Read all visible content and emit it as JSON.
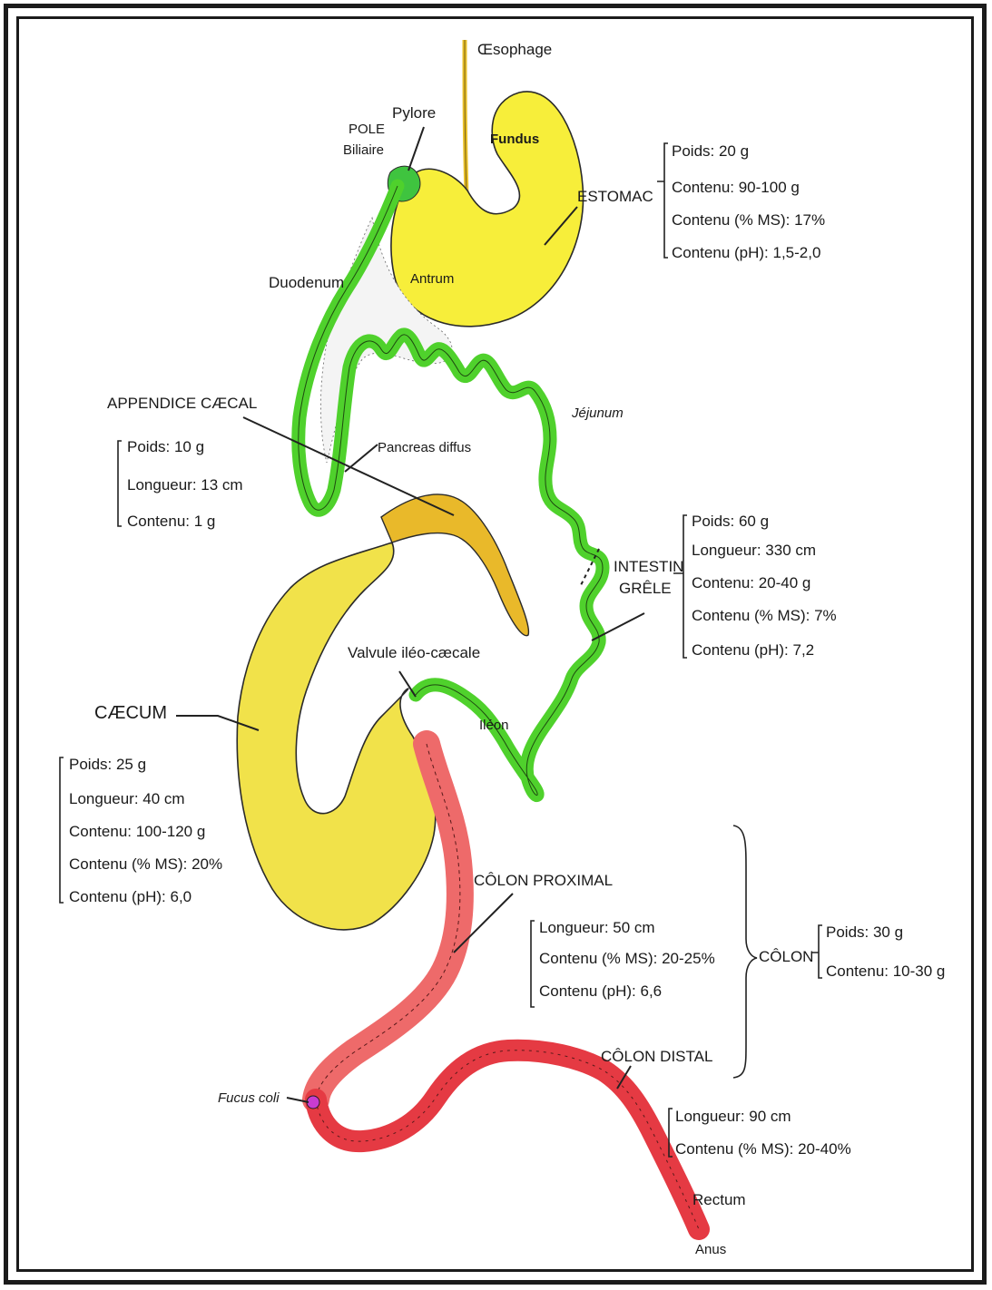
{
  "colors": {
    "stomach": "#f7ee3a",
    "small_intestine": "#4fd12c",
    "caecum": "#f1e24a",
    "appendix": "#e9b92a",
    "colon_proximal": "#ee6a6a",
    "colon_distal": "#e53a43",
    "pylorus_zone": "#3fc43f",
    "fucus_point": "#c93ccf",
    "oesophagus": "#e8c02a"
  },
  "labels": {
    "oesophage": "Œsophage",
    "pylore": "Pylore",
    "pole_biliaire_1": "POLE",
    "pole_biliaire_2": "Biliaire",
    "fundus": "Fundus",
    "antrum": "Antrum",
    "duodenum": "Duodenum",
    "pancreas": "Pancreas diffus",
    "jejunum": "Jéjunum",
    "ileon": "Iléon",
    "valvule": "Valvule iléo-cæcale",
    "fucus_coli": "Fucus coli",
    "rectum": "Rectum",
    "anus": "Anus"
  },
  "estomac": {
    "title": "ESTOMAC",
    "items": [
      "Poids: 20 g",
      "Contenu: 90-100 g",
      "Contenu (% MS): 17%",
      "Contenu (pH): 1,5-2,0"
    ]
  },
  "appendice": {
    "title": "APPENDICE CÆCAL",
    "items": [
      "Poids: 10 g",
      "Longueur: 13 cm",
      "Contenu: 1 g"
    ]
  },
  "intestin": {
    "title_1": "INTESTIN",
    "title_2": "GRÊLE",
    "items": [
      "Poids: 60 g",
      "Longueur: 330 cm",
      "Contenu: 20-40 g",
      "Contenu (% MS): 7%",
      "Contenu (pH): 7,2"
    ]
  },
  "caecum": {
    "title": "CÆCUM",
    "items": [
      "Poids: 25 g",
      "Longueur: 40 cm",
      "Contenu: 100-120 g",
      "Contenu (% MS): 20%",
      "Contenu (pH): 6,0"
    ]
  },
  "colon_proximal": {
    "title": "CÔLON PROXIMAL",
    "items": [
      "Longueur: 50 cm",
      "Contenu (% MS): 20-25%",
      "Contenu (pH): 6,6"
    ]
  },
  "colon": {
    "title": "CÔLON",
    "items": [
      "Poids: 30 g",
      "Contenu: 10-30 g"
    ]
  },
  "colon_distal": {
    "title": "CÔLON DISTAL",
    "items": [
      "Longueur: 90 cm",
      "Contenu (% MS): 20-40%"
    ]
  }
}
